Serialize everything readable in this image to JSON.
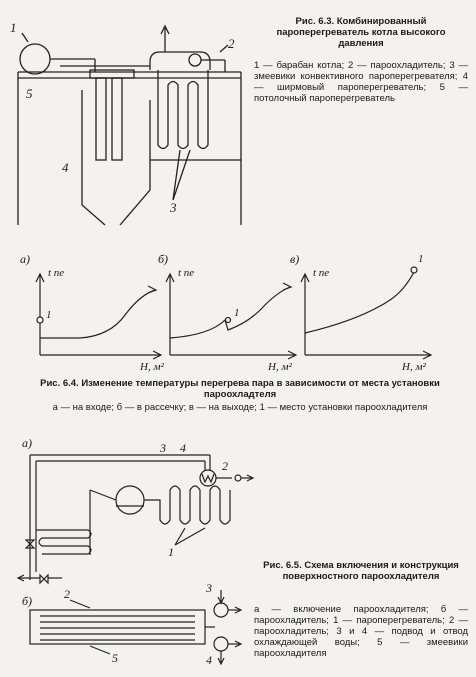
{
  "fig63": {
    "title": "Рис. 6.3. Комбинированный пароперегреватель котла высокого давления",
    "legend": "1 — барабан котла; 2 — пароохладитель; 3 — змеевики конвективного пароперегревателя; 4 — ширмовый пароперегреватель; 5 — потолочный пароперегреватель",
    "labels": [
      "1",
      "2",
      "3",
      "4",
      "5"
    ]
  },
  "fig64": {
    "title": "Рис. 6.4. Изменение температуры перегрева пара в зависимости от места установки пароохладтеля",
    "legend": "а — на входе; б — в рассечку; в — на выходе; 1 — место установки пароохладителя",
    "panels": [
      {
        "tag": "а)",
        "ylabel": "t пе",
        "xlabel": "H, м²",
        "point": "1"
      },
      {
        "tag": "б)",
        "ylabel": "t пе",
        "xlabel": "H, м²",
        "point": "1"
      },
      {
        "tag": "в)",
        "ylabel": "t пе",
        "xlabel": "H, м²",
        "point": "1"
      }
    ]
  },
  "fig65": {
    "title": "Рис. 6.5. Схема включения и конструкция поверхностного пароохладителя",
    "legend": "а — включение пароохладителя; б — пароохладитель; 1 — пароперегреватель; 2 — пароохладитель; 3 и 4 — подвод и отвод охлаждающей воды; 5 — змеевики пароохладителя",
    "tag_a": "а)",
    "tag_b": "б)",
    "labels_a": [
      "3",
      "4",
      "2",
      "1"
    ],
    "labels_b": [
      "2",
      "3",
      "4",
      "5"
    ]
  }
}
